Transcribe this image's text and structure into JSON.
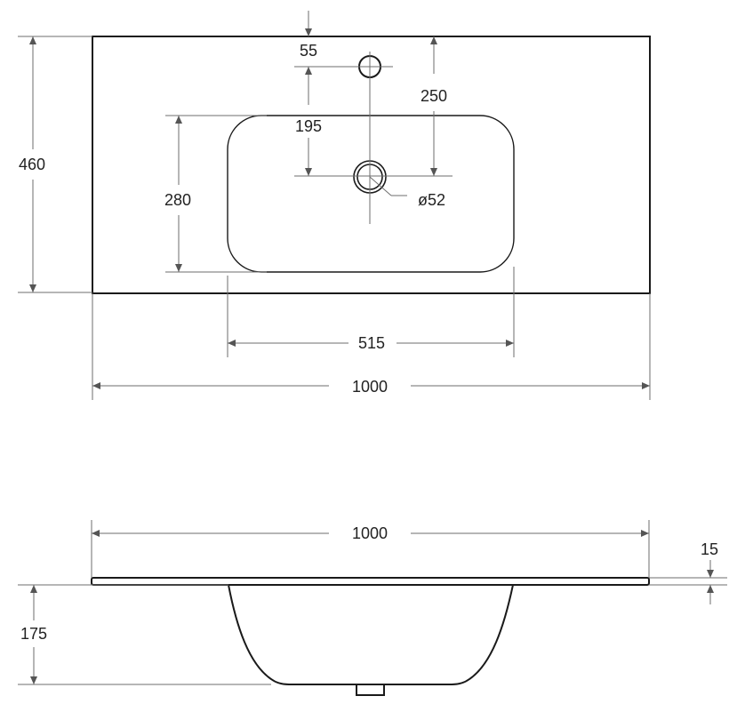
{
  "top_view": {
    "dimensions": {
      "overall_width": "1000",
      "depth": "460",
      "tap_hole_offset": "55",
      "drain_offset": "250",
      "bowl_front_offset": "195",
      "bowl_depth": "280",
      "bowl_width": "515",
      "drain_diameter": "ø52"
    }
  },
  "side_view": {
    "dimensions": {
      "overall_width": "1000",
      "slab_thickness": "15",
      "bowl_height": "175"
    }
  }
}
